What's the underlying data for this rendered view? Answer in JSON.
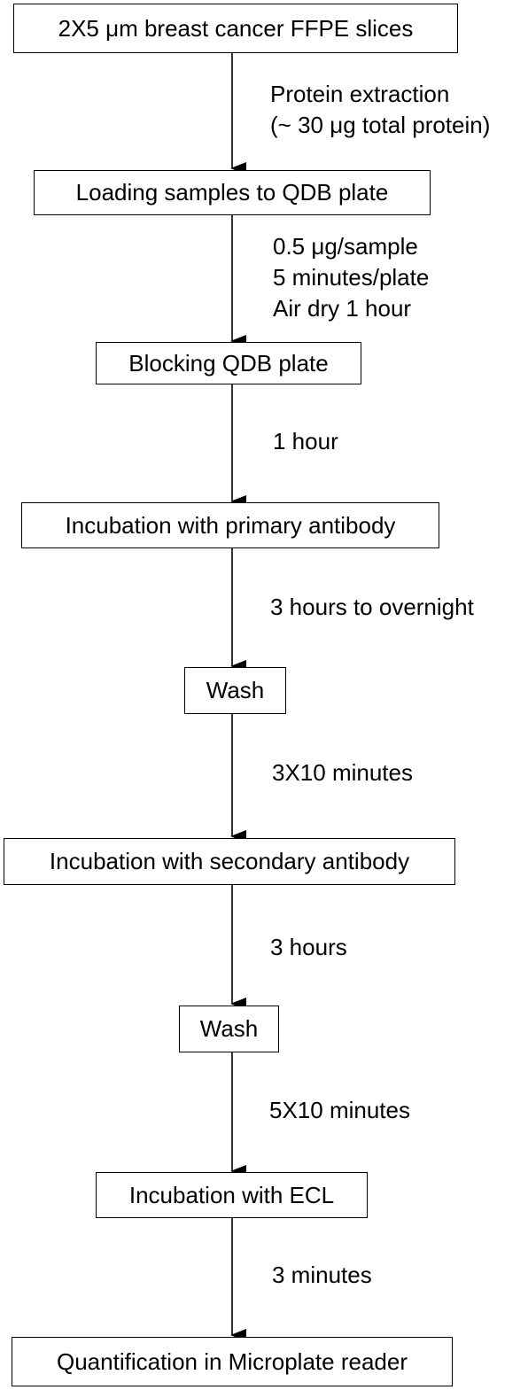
{
  "steps": [
    "2X5 μm breast cancer FFPE slices",
    "Loading samples to QDB plate",
    "Blocking QDB plate",
    "Incubation with primary antibody",
    "Wash",
    "Incubation with secondary antibody",
    "Wash",
    "Incubation with ECL",
    "Quantification in Microplate reader"
  ],
  "notes": [
    [
      "Protein extraction",
      "(~ 30 μg total protein)"
    ],
    [
      "0.5 μg/sample",
      "5 minutes/plate",
      "Air dry 1 hour"
    ],
    [
      "1 hour"
    ],
    [
      "3 hours to overnight"
    ],
    [
      "3X10 minutes"
    ],
    [
      "3 hours"
    ],
    [
      "5X10 minutes"
    ],
    [
      "3 minutes"
    ]
  ]
}
